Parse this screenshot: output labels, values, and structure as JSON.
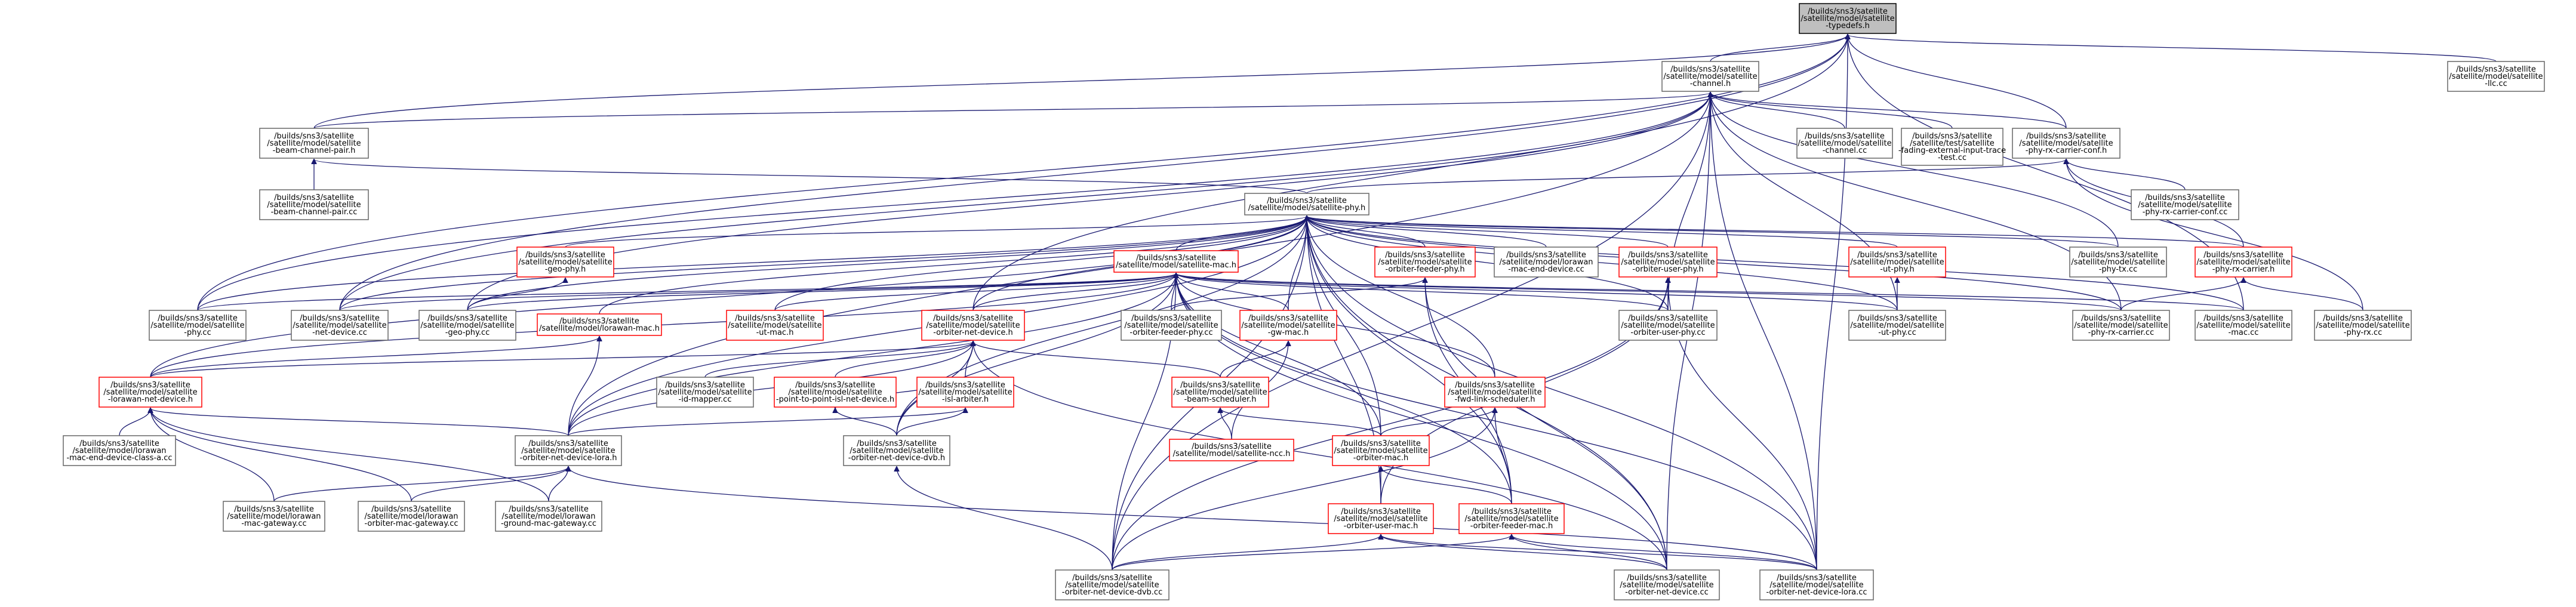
{
  "colors": {
    "edge": "#191970",
    "root_fill": "#bfbfbf",
    "node_border": "#666666",
    "truncated_border": "#ff0000"
  },
  "nodes": [
    {
      "id": "typedefs",
      "lines": [
        "/builds/sns3/satellite",
        "/satellite/model/satellite",
        "-typedefs.h"
      ],
      "style": "root"
    },
    {
      "id": "channel_h",
      "lines": [
        "/builds/sns3/satellite",
        "/satellite/model/satellite",
        "-channel.h"
      ],
      "style": "normal"
    },
    {
      "id": "llc_cc",
      "lines": [
        "/builds/sns3/satellite",
        "/satellite/model/satellite",
        "-llc.cc"
      ],
      "style": "normal"
    },
    {
      "id": "beam_channel_pair_h",
      "lines": [
        "/builds/sns3/satellite",
        "/satellite/model/satellite",
        "-beam-channel-pair.h"
      ],
      "style": "normal"
    },
    {
      "id": "channel_cc",
      "lines": [
        "/builds/sns3/satellite",
        "/satellite/model/satellite",
        "-channel.cc"
      ],
      "style": "normal"
    },
    {
      "id": "fading_test",
      "lines": [
        "/builds/sns3/satellite",
        "/satellite/test/satellite",
        "-fading-external-input-trace",
        "-test.cc"
      ],
      "style": "normal"
    },
    {
      "id": "phy_rx_carrier_conf_h",
      "lines": [
        "/builds/sns3/satellite",
        "/satellite/model/satellite",
        "-phy-rx-carrier-conf.h"
      ],
      "style": "normal"
    },
    {
      "id": "beam_channel_pair_cc",
      "lines": [
        "/builds/sns3/satellite",
        "/satellite/model/satellite",
        "-beam-channel-pair.cc"
      ],
      "style": "normal"
    },
    {
      "id": "satellite_phy_h",
      "lines": [
        "/builds/sns3/satellite",
        "/satellite/model/satellite-phy.h"
      ],
      "style": "normal"
    },
    {
      "id": "phy_rx_carrier_conf_cc",
      "lines": [
        "/builds/sns3/satellite",
        "/satellite/model/satellite",
        "-phy-rx-carrier-conf.cc"
      ],
      "style": "normal"
    },
    {
      "id": "geo_phy_h",
      "lines": [
        "/builds/sns3/satellite",
        "/satellite/model/satellite",
        "-geo-phy.h"
      ],
      "style": "trunc"
    },
    {
      "id": "satellite_mac_h",
      "lines": [
        "/builds/sns3/satellite",
        "/satellite/model/satellite-mac.h"
      ],
      "style": "trunc"
    },
    {
      "id": "orbiter_feeder_phy_h",
      "lines": [
        "/builds/sns3/satellite",
        "/satellite/model/satellite",
        "-orbiter-feeder-phy.h"
      ],
      "style": "trunc"
    },
    {
      "id": "lorawan_mac_end_device_cc",
      "lines": [
        "/builds/sns3/satellite",
        "/satellite/model/lorawan",
        "-mac-end-device.cc"
      ],
      "style": "normal"
    },
    {
      "id": "orbiter_user_phy_h",
      "lines": [
        "/builds/sns3/satellite",
        "/satellite/model/satellite",
        "-orbiter-user-phy.h"
      ],
      "style": "trunc"
    },
    {
      "id": "ut_phy_h",
      "lines": [
        "/builds/sns3/satellite",
        "/satellite/model/satellite",
        "-ut-phy.h"
      ],
      "style": "trunc"
    },
    {
      "id": "phy_tx_cc",
      "lines": [
        "/builds/sns3/satellite",
        "/satellite/model/satellite",
        "-phy-tx.cc"
      ],
      "style": "normal"
    },
    {
      "id": "phy_rx_carrier_h",
      "lines": [
        "/builds/sns3/satellite",
        "/satellite/model/satellite",
        "-phy-rx-carrier.h"
      ],
      "style": "trunc"
    },
    {
      "id": "phy_cc",
      "lines": [
        "/builds/sns3/satellite",
        "/satellite/model/satellite",
        "-phy.cc"
      ],
      "style": "normal"
    },
    {
      "id": "net_device_cc",
      "lines": [
        "/builds/sns3/satellite",
        "/satellite/model/satellite",
        "-net-device.cc"
      ],
      "style": "normal"
    },
    {
      "id": "geo_phy_cc",
      "lines": [
        "/builds/sns3/satellite",
        "/satellite/model/satellite",
        "-geo-phy.cc"
      ],
      "style": "normal"
    },
    {
      "id": "lorawan_mac_h",
      "lines": [
        "/builds/sns3/satellite",
        "/satellite/model/lorawan-mac.h"
      ],
      "style": "trunc"
    },
    {
      "id": "ut_mac_h",
      "lines": [
        "/builds/sns3/satellite",
        "/satellite/model/satellite",
        "-ut-mac.h"
      ],
      "style": "trunc"
    },
    {
      "id": "orbiter_net_device_h",
      "lines": [
        "/builds/sns3/satellite",
        "/satellite/model/satellite",
        "-orbiter-net-device.h"
      ],
      "style": "trunc"
    },
    {
      "id": "orbiter_feeder_phy_cc",
      "lines": [
        "/builds/sns3/satellite",
        "/satellite/model/satellite",
        "-orbiter-feeder-phy.cc"
      ],
      "style": "normal"
    },
    {
      "id": "gw_mac_h",
      "lines": [
        "/builds/sns3/satellite",
        "/satellite/model/satellite",
        "-gw-mac.h"
      ],
      "style": "trunc"
    },
    {
      "id": "orbiter_user_phy_cc",
      "lines": [
        "/builds/sns3/satellite",
        "/satellite/model/satellite",
        "-orbiter-user-phy.cc"
      ],
      "style": "normal"
    },
    {
      "id": "ut_phy_cc",
      "lines": [
        "/builds/sns3/satellite",
        "/satellite/model/satellite",
        "-ut-phy.cc"
      ],
      "style": "normal"
    },
    {
      "id": "phy_rx_carrier_cc",
      "lines": [
        "/builds/sns3/satellite",
        "/satellite/model/satellite",
        "-phy-rx-carrier.cc"
      ],
      "style": "normal"
    },
    {
      "id": "mac_cc",
      "lines": [
        "/builds/sns3/satellite",
        "/satellite/model/satellite",
        "-mac.cc"
      ],
      "style": "normal"
    },
    {
      "id": "phy_rx_cc",
      "lines": [
        "/builds/sns3/satellite",
        "/satellite/model/satellite",
        "-phy-rx.cc"
      ],
      "style": "normal"
    },
    {
      "id": "lorawan_net_device_h",
      "lines": [
        "/builds/sns3/satellite",
        "/satellite/model/satellite",
        "-lorawan-net-device.h"
      ],
      "style": "trunc"
    },
    {
      "id": "id_mapper_cc",
      "lines": [
        "/builds/sns3/satellite",
        "/satellite/model/satellite",
        "-id-mapper.cc"
      ],
      "style": "normal"
    },
    {
      "id": "p2p_isl_h",
      "lines": [
        "/builds/sns3/satellite",
        "/satellite/model/satellite",
        "-point-to-point-isl-net-device.h"
      ],
      "style": "trunc"
    },
    {
      "id": "isl_arbiter_h",
      "lines": [
        "/builds/sns3/satellite",
        "/satellite/model/satellite",
        "-isl-arbiter.h"
      ],
      "style": "trunc"
    },
    {
      "id": "beam_scheduler_h",
      "lines": [
        "/builds/sns3/satellite",
        "/satellite/model/satellite",
        "-beam-scheduler.h"
      ],
      "style": "trunc"
    },
    {
      "id": "fwd_link_scheduler_h",
      "lines": [
        "/builds/sns3/satellite",
        "/satellite/model/satellite",
        "-fwd-link-scheduler.h"
      ],
      "style": "trunc"
    },
    {
      "id": "lorawan_mac_end_device_class_a_cc",
      "lines": [
        "/builds/sns3/satellite",
        "/satellite/model/lorawan",
        "-mac-end-device-class-a.cc"
      ],
      "style": "normal"
    },
    {
      "id": "orbiter_net_device_lora_h",
      "lines": [
        "/builds/sns3/satellite",
        "/satellite/model/satellite",
        "-orbiter-net-device-lora.h"
      ],
      "style": "normal"
    },
    {
      "id": "orbiter_net_device_dvb_h",
      "lines": [
        "/builds/sns3/satellite",
        "/satellite/model/satellite",
        "-orbiter-net-device-dvb.h"
      ],
      "style": "normal"
    },
    {
      "id": "ncc_h",
      "lines": [
        "/builds/sns3/satellite",
        "/satellite/model/satellite-ncc.h"
      ],
      "style": "trunc"
    },
    {
      "id": "orbiter_mac_h",
      "lines": [
        "/builds/sns3/satellite",
        "/satellite/model/satellite",
        "-orbiter-mac.h"
      ],
      "style": "trunc"
    },
    {
      "id": "lorawan_mac_gateway_cc",
      "lines": [
        "/builds/sns3/satellite",
        "/satellite/model/lorawan",
        "-mac-gateway.cc"
      ],
      "style": "normal"
    },
    {
      "id": "lorawan_orbiter_mac_gateway_cc",
      "lines": [
        "/builds/sns3/satellite",
        "/satellite/model/lorawan",
        "-orbiter-mac-gateway.cc"
      ],
      "style": "normal"
    },
    {
      "id": "lorawan_ground_mac_gateway_cc",
      "lines": [
        "/builds/sns3/satellite",
        "/satellite/model/lorawan",
        "-ground-mac-gateway.cc"
      ],
      "style": "normal"
    },
    {
      "id": "orbiter_user_mac_h",
      "lines": [
        "/builds/sns3/satellite",
        "/satellite/model/satellite",
        "-orbiter-user-mac.h"
      ],
      "style": "trunc"
    },
    {
      "id": "orbiter_feeder_mac_h",
      "lines": [
        "/builds/sns3/satellite",
        "/satellite/model/satellite",
        "-orbiter-feeder-mac.h"
      ],
      "style": "trunc"
    },
    {
      "id": "orbiter_net_device_dvb_cc",
      "lines": [
        "/builds/sns3/satellite",
        "/satellite/model/satellite",
        "-orbiter-net-device-dvb.cc"
      ],
      "style": "normal"
    },
    {
      "id": "orbiter_net_device_cc",
      "lines": [
        "/builds/sns3/satellite",
        "/satellite/model/satellite",
        "-orbiter-net-device.cc"
      ],
      "style": "normal"
    },
    {
      "id": "orbiter_net_device_lora_cc",
      "lines": [
        "/builds/sns3/satellite",
        "/satellite/model/satellite",
        "-orbiter-net-device-lora.cc"
      ],
      "style": "normal"
    }
  ],
  "edges": [
    [
      "channel_h",
      "typedefs"
    ],
    [
      "llc_cc",
      "typedefs"
    ],
    [
      "beam_channel_pair_h",
      "typedefs"
    ],
    [
      "phy_rx_carrier_conf_h",
      "typedefs"
    ],
    [
      "phy_cc",
      "typedefs"
    ],
    [
      "net_device_cc",
      "typedefs"
    ],
    [
      "mac_cc",
      "typedefs"
    ],
    [
      "orbiter_net_device_lora_cc",
      "typedefs"
    ],
    [
      "orbiter_net_device_h",
      "typedefs"
    ],
    [
      "beam_channel_pair_h",
      "channel_h"
    ],
    [
      "channel_cc",
      "channel_h"
    ],
    [
      "fading_test",
      "channel_h"
    ],
    [
      "phy_rx_carrier_conf_h",
      "channel_h"
    ],
    [
      "phy_tx_cc",
      "channel_h"
    ],
    [
      "phy_rx_carrier_cc",
      "channel_h"
    ],
    [
      "orbiter_net_device_dvb_cc",
      "channel_h"
    ],
    [
      "orbiter_net_device_cc",
      "channel_h"
    ],
    [
      "phy_cc",
      "channel_h"
    ],
    [
      "geo_phy_cc",
      "channel_h"
    ],
    [
      "ut_phy_cc",
      "channel_h"
    ],
    [
      "orbiter_user_phy_cc",
      "channel_h"
    ],
    [
      "orbiter_net_device_lora_h",
      "channel_h"
    ],
    [
      "orbiter_net_device_lora_cc",
      "channel_h"
    ],
    [
      "net_device_cc",
      "channel_h"
    ],
    [
      "beam_channel_pair_cc",
      "beam_channel_pair_h"
    ],
    [
      "satellite_phy_h",
      "beam_channel_pair_h"
    ],
    [
      "satellite_phy_h",
      "phy_rx_carrier_conf_h"
    ],
    [
      "phy_rx_carrier_conf_cc",
      "phy_rx_carrier_conf_h"
    ],
    [
      "phy_rx_carrier_h",
      "phy_rx_carrier_conf_h"
    ],
    [
      "phy_rx_cc",
      "phy_rx_carrier_conf_h"
    ],
    [
      "geo_phy_h",
      "satellite_phy_h"
    ],
    [
      "satellite_mac_h",
      "satellite_phy_h"
    ],
    [
      "orbiter_feeder_phy_h",
      "satellite_phy_h"
    ],
    [
      "lorawan_mac_end_device_cc",
      "satellite_phy_h"
    ],
    [
      "orbiter_user_phy_h",
      "satellite_phy_h"
    ],
    [
      "ut_phy_h",
      "satellite_phy_h"
    ],
    [
      "phy_tx_cc",
      "satellite_phy_h"
    ],
    [
      "phy_rx_carrier_h",
      "satellite_phy_h"
    ],
    [
      "phy_cc",
      "satellite_phy_h"
    ],
    [
      "net_device_cc",
      "satellite_phy_h"
    ],
    [
      "geo_phy_cc",
      "satellite_phy_h"
    ],
    [
      "lorawan_mac_h",
      "satellite_phy_h"
    ],
    [
      "ut_mac_h",
      "satellite_phy_h"
    ],
    [
      "orbiter_net_device_h",
      "satellite_phy_h"
    ],
    [
      "gw_mac_h",
      "satellite_phy_h"
    ],
    [
      "fwd_link_scheduler_h",
      "satellite_phy_h"
    ],
    [
      "lorawan_net_device_h",
      "satellite_phy_h"
    ],
    [
      "orbiter_net_device_lora_h",
      "satellite_phy_h"
    ],
    [
      "orbiter_net_device_dvb_h",
      "satellite_phy_h"
    ],
    [
      "orbiter_mac_h",
      "satellite_phy_h"
    ],
    [
      "orbiter_user_mac_h",
      "satellite_phy_h"
    ],
    [
      "orbiter_feeder_mac_h",
      "satellite_phy_h"
    ],
    [
      "orbiter_net_device_cc",
      "satellite_phy_h"
    ],
    [
      "orbiter_net_device_lora_cc",
      "satellite_phy_h"
    ],
    [
      "orbiter_net_device_dvb_cc",
      "satellite_phy_h"
    ],
    [
      "mac_cc",
      "satellite_phy_h"
    ],
    [
      "phy_rx_carrier_cc",
      "satellite_phy_h"
    ],
    [
      "ut_phy_cc",
      "satellite_phy_h"
    ],
    [
      "orbiter_user_phy_cc",
      "satellite_phy_h"
    ],
    [
      "geo_phy_cc",
      "geo_phy_h"
    ],
    [
      "phy_cc",
      "satellite_mac_h"
    ],
    [
      "net_device_cc",
      "satellite_mac_h"
    ],
    [
      "geo_phy_cc",
      "satellite_mac_h"
    ],
    [
      "ut_mac_h",
      "satellite_mac_h"
    ],
    [
      "orbiter_net_device_h",
      "satellite_mac_h"
    ],
    [
      "orbiter_feeder_phy_cc",
      "satellite_mac_h"
    ],
    [
      "gw_mac_h",
      "satellite_mac_h"
    ],
    [
      "orbiter_user_phy_cc",
      "satellite_mac_h"
    ],
    [
      "ut_phy_cc",
      "satellite_mac_h"
    ],
    [
      "phy_rx_carrier_cc",
      "satellite_mac_h"
    ],
    [
      "mac_cc",
      "satellite_mac_h"
    ],
    [
      "lorawan_net_device_h",
      "satellite_mac_h"
    ],
    [
      "fwd_link_scheduler_h",
      "satellite_mac_h"
    ],
    [
      "orbiter_mac_h",
      "satellite_mac_h"
    ],
    [
      "orbiter_net_device_dvb_h",
      "satellite_mac_h"
    ],
    [
      "orbiter_net_device_lora_h",
      "satellite_mac_h"
    ],
    [
      "orbiter_feeder_mac_h",
      "satellite_mac_h"
    ],
    [
      "orbiter_net_device_dvb_cc",
      "satellite_mac_h"
    ],
    [
      "orbiter_net_device_cc",
      "satellite_mac_h"
    ],
    [
      "orbiter_net_device_lora_cc",
      "satellite_mac_h"
    ],
    [
      "orbiter_feeder_phy_cc",
      "orbiter_feeder_phy_h"
    ],
    [
      "orbiter_feeder_mac_h",
      "orbiter_feeder_phy_h"
    ],
    [
      "orbiter_net_device_cc",
      "orbiter_feeder_phy_h"
    ],
    [
      "orbiter_user_phy_cc",
      "orbiter_user_phy_h"
    ],
    [
      "orbiter_user_mac_h",
      "orbiter_user_phy_h"
    ],
    [
      "orbiter_net_device_lora_cc",
      "orbiter_user_phy_h"
    ],
    [
      "orbiter_net_device_dvb_cc",
      "orbiter_user_phy_h"
    ],
    [
      "ut_phy_cc",
      "ut_phy_h"
    ],
    [
      "phy_rx_carrier_cc",
      "phy_rx_carrier_h"
    ],
    [
      "phy_rx_cc",
      "phy_rx_carrier_h"
    ],
    [
      "lorawan_net_device_h",
      "lorawan_mac_h"
    ],
    [
      "orbiter_net_device_lora_h",
      "lorawan_mac_h"
    ],
    [
      "lorawan_net_device_h",
      "orbiter_net_device_h"
    ],
    [
      "id_mapper_cc",
      "orbiter_net_device_h"
    ],
    [
      "p2p_isl_h",
      "orbiter_net_device_h"
    ],
    [
      "isl_arbiter_h",
      "orbiter_net_device_h"
    ],
    [
      "beam_scheduler_h",
      "orbiter_net_device_h"
    ],
    [
      "orbiter_net_device_lora_h",
      "orbiter_net_device_h"
    ],
    [
      "orbiter_net_device_dvb_h",
      "orbiter_net_device_h"
    ],
    [
      "orbiter_net_device_cc",
      "orbiter_net_device_h"
    ],
    [
      "beam_scheduler_h",
      "gw_mac_h"
    ],
    [
      "ncc_h",
      "gw_mac_h"
    ],
    [
      "ncc_h",
      "beam_scheduler_h"
    ],
    [
      "orbiter_mac_h",
      "beam_scheduler_h"
    ],
    [
      "orbiter_mac_h",
      "fwd_link_scheduler_h"
    ],
    [
      "orbiter_feeder_mac_h",
      "fwd_link_scheduler_h"
    ],
    [
      "orbiter_net_device_dvb_cc",
      "fwd_link_scheduler_h"
    ],
    [
      "lorawan_mac_end_device_class_a_cc",
      "lorawan_net_device_h"
    ],
    [
      "orbiter_net_device_lora_h",
      "lorawan_net_device_h"
    ],
    [
      "lorawan_mac_gateway_cc",
      "lorawan_net_device_h"
    ],
    [
      "lorawan_orbiter_mac_gateway_cc",
      "lorawan_net_device_h"
    ],
    [
      "lorawan_ground_mac_gateway_cc",
      "lorawan_net_device_h"
    ],
    [
      "isl_arbiter_h",
      "p2p_isl_h"
    ],
    [
      "orbiter_net_device_dvb_h",
      "p2p_isl_h"
    ],
    [
      "orbiter_net_device_lora_h",
      "isl_arbiter_h"
    ],
    [
      "orbiter_net_device_dvb_h",
      "isl_arbiter_h"
    ],
    [
      "lorawan_mac_gateway_cc",
      "orbiter_net_device_lora_h"
    ],
    [
      "lorawan_orbiter_mac_gateway_cc",
      "orbiter_net_device_lora_h"
    ],
    [
      "lorawan_ground_mac_gateway_cc",
      "orbiter_net_device_lora_h"
    ],
    [
      "orbiter_net_device_lora_cc",
      "orbiter_net_device_lora_h"
    ],
    [
      "orbiter_net_device_dvb_cc",
      "orbiter_net_device_dvb_h"
    ],
    [
      "orbiter_user_mac_h",
      "orbiter_mac_h"
    ],
    [
      "orbiter_feeder_mac_h",
      "orbiter_mac_h"
    ],
    [
      "orbiter_net_device_dvb_cc",
      "orbiter_user_mac_h"
    ],
    [
      "orbiter_net_device_cc",
      "orbiter_user_mac_h"
    ],
    [
      "orbiter_net_device_lora_cc",
      "orbiter_user_mac_h"
    ],
    [
      "orbiter_net_device_dvb_cc",
      "orbiter_feeder_mac_h"
    ],
    [
      "orbiter_net_device_cc",
      "orbiter_feeder_mac_h"
    ],
    [
      "orbiter_net_device_lora_cc",
      "orbiter_feeder_mac_h"
    ]
  ]
}
